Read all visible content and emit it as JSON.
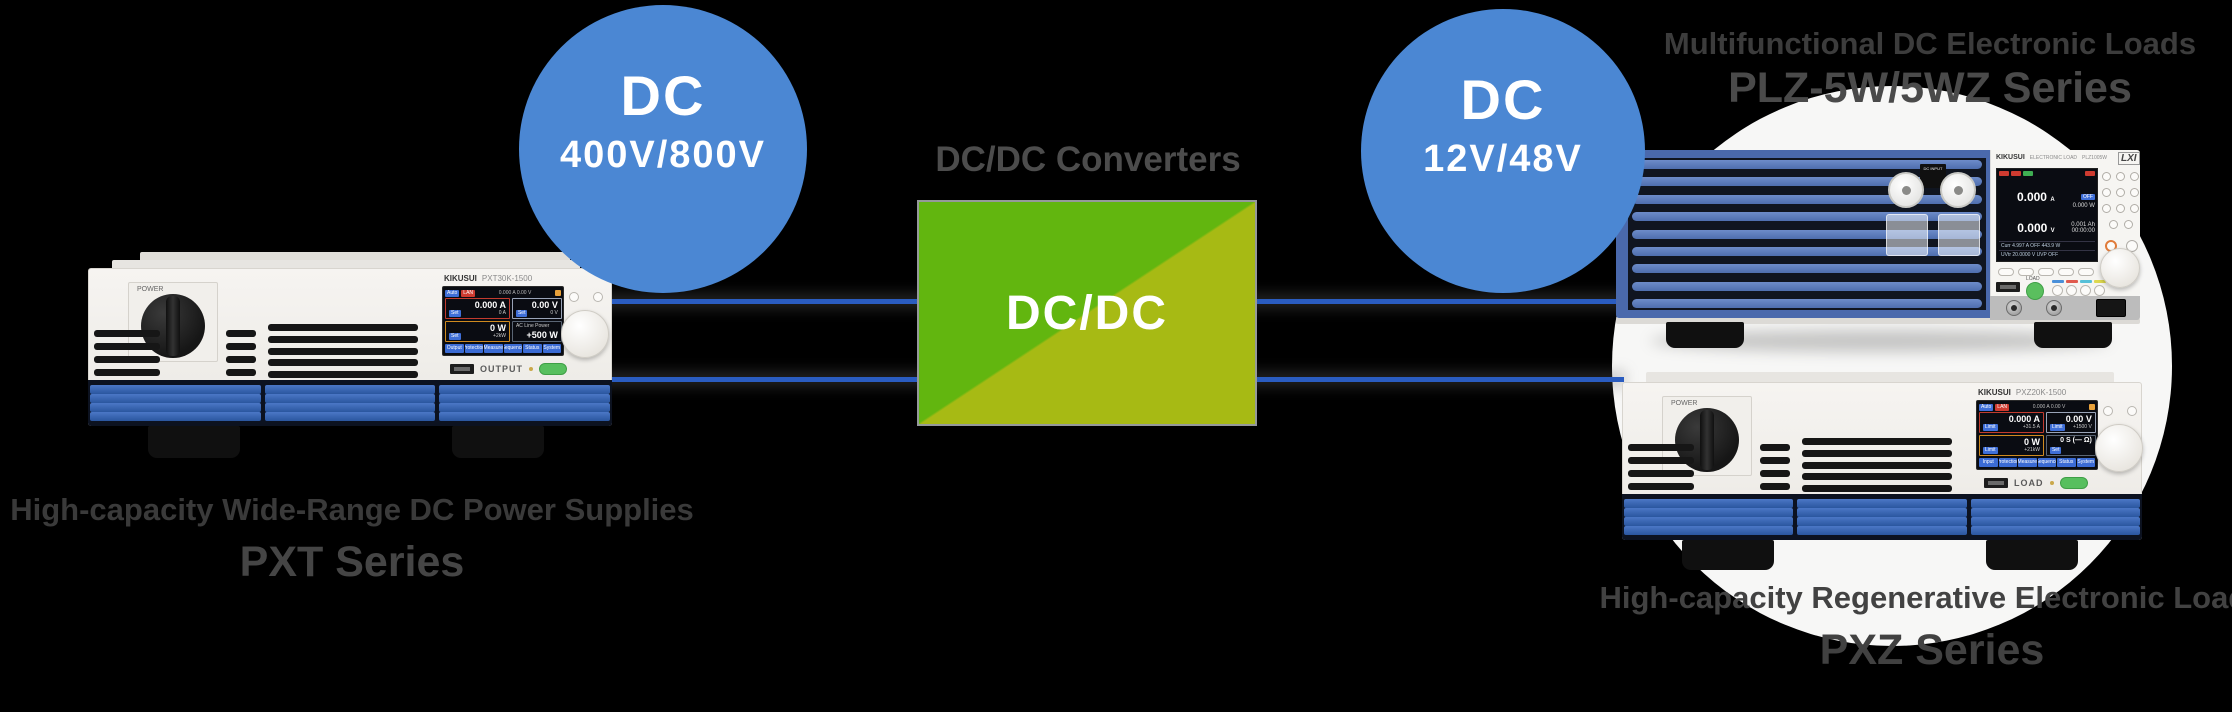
{
  "colors": {
    "background": "#000000",
    "accent_blue_circle": "#4b87d3",
    "line_blue": "#2a5cc0",
    "converter_green_bright": "#62b60f",
    "converter_green_olive": "#a7ba14",
    "device_band_blue": "#2e62b2",
    "grille_blue": "#5d7dbf",
    "backdrop_circle": "#f7f7f6",
    "caption_gray": "#3a3a3a"
  },
  "left_circle": {
    "line1": "DC",
    "line2": "400V/800V"
  },
  "right_circle": {
    "line1": "DC",
    "line2": "12V/48V"
  },
  "converter": {
    "label": "DC/DC Converters",
    "box_text": "DC/DC"
  },
  "left_caption": {
    "line1": "High-capacity Wide-Range DC Power Supplies",
    "line2": "PXT Series"
  },
  "top_right_caption": {
    "line1": "Multifunctional DC Electronic Loads",
    "line2": "PLZ-5W/5WZ Series"
  },
  "bottom_right_caption": {
    "line1": "High-capacity Regenerative Electronic Loads",
    "line2": "PXZ Series"
  },
  "ui": {
    "set": "Set",
    "limit": "Limit",
    "auto": "Auto",
    "lan": "LAN",
    "off": "OFF"
  },
  "pxt": {
    "brand": "KIKUSUI",
    "model": "PXT30K-1500",
    "power_label": "POWER",
    "output_label": "OUTPUT",
    "screen": {
      "topbar_readout": "0.000 A   0.00 V",
      "amps": "0.000 A",
      "amps_sub": "0 A",
      "volts": "0.00 V",
      "volts_sub": "0 V",
      "watts": "0 W",
      "watts_sub": "+2kW",
      "ac_label": "AC Line Power",
      "ac_value": "+500 W",
      "menu": [
        "Output",
        "Protection",
        "Measure",
        "Sequence",
        "Status",
        "System"
      ]
    }
  },
  "plz": {
    "brand": "KIKUSUI",
    "type_line": "ELECTRONIC LOAD",
    "model": "PLZ1005W",
    "lxi": "LXI",
    "dc_input": "DC INPUT",
    "load_label": "LOAD",
    "screen": {
      "amps": "0.000",
      "amps_unit": "A",
      "off": "OFF",
      "watts": "0.000 W",
      "volts": "0.000",
      "volts_unit": "V",
      "ah": "0.001 Ah",
      "timer": "00:00:00",
      "row1": "Curr  4.997 A   OFF   443.9 W",
      "row2": "UVtr 20.0000 V   UVP   OFF"
    }
  },
  "pxz": {
    "brand": "KIKUSUI",
    "model": "PXZ20K-1500",
    "power_label": "POWER",
    "load_label": "LOAD",
    "screen": {
      "topbar_readout": "0.000 A   0.00 V",
      "amps": "0.000 A",
      "amps_sub": "+31.5 A",
      "volts": "0.00 V",
      "volts_sub": "+1500 V",
      "watts": "0 W",
      "watts_sub": "+21kW",
      "ohm_value": "0 S",
      "ohm_sub": "(— Ω)",
      "menu": [
        "Input",
        "Protection",
        "Measure",
        "Sequence",
        "Status",
        "System"
      ]
    }
  }
}
